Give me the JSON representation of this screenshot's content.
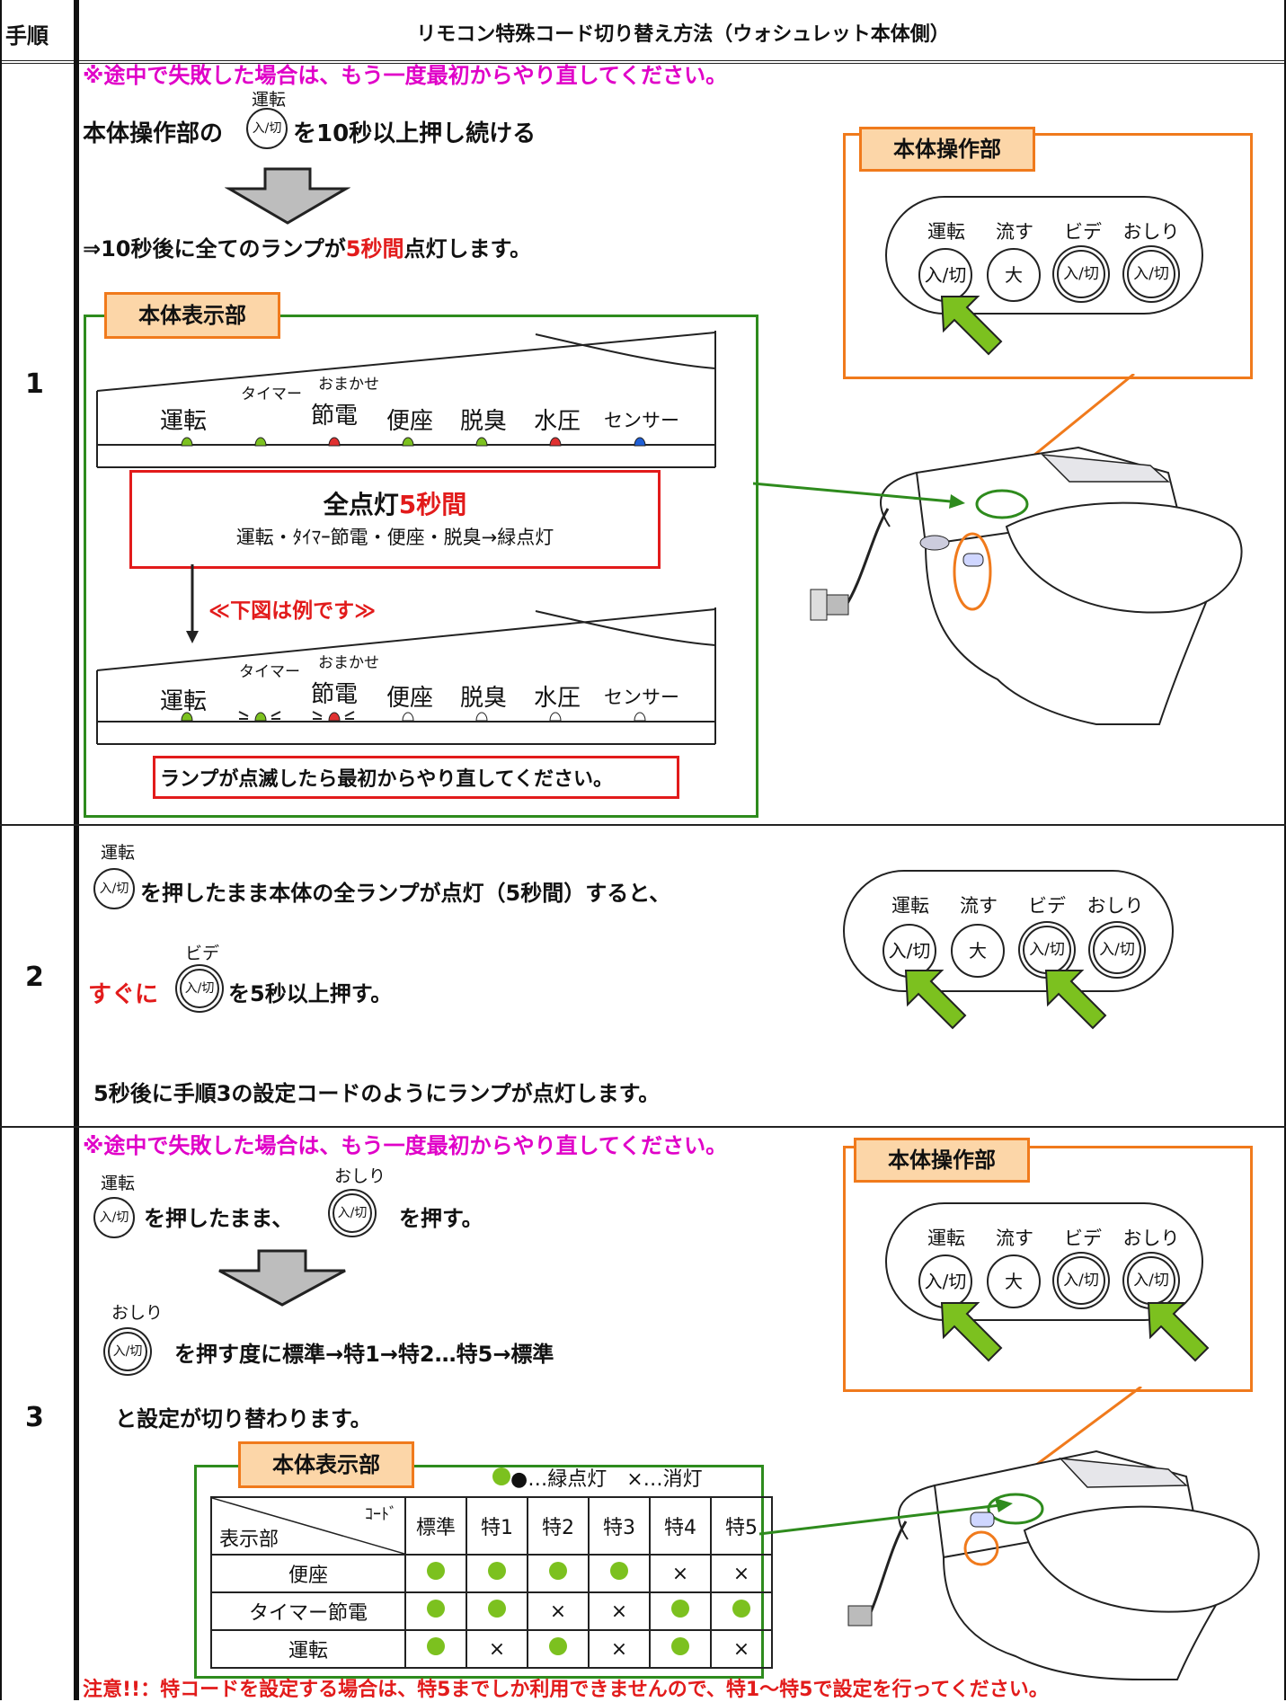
{
  "header": {
    "col1": "手順",
    "col2": "リモコン特殊コード切り替え方法（ウォシュレット本体側）"
  },
  "warning": "※途中で失敗した場合は、もう一度最初からやり直してください。",
  "btn": {
    "unten": "運転",
    "ireki": "入/切",
    "bide": "ビデ",
    "oshiri": "おしり",
    "nagasu": "流す",
    "dai": "大"
  },
  "step1": {
    "num": "1",
    "line1_a": "本体操作部の",
    "line1_b": "を10秒以上押し続ける",
    "result_a": "⇒10秒後に全てのランプが",
    "result_red": "5秒間",
    "result_b": "点灯します。",
    "panel_tab": "本体操作部",
    "display_tab": "本体表示部",
    "lamps": [
      "運転",
      "タイマー",
      "節電",
      "便座",
      "脱臭",
      "水圧",
      "センサー"
    ],
    "omakase": "おまかせ",
    "allon_a": "全点灯",
    "allon_red": "5秒間",
    "allon_sub": "運転・ﾀｲﾏｰ節電・便座・脱臭→緑点灯",
    "example": "≪下図は例です≫",
    "blink_note": "ランプが点滅したら最初からやり直してください。"
  },
  "step2": {
    "num": "2",
    "line1": "を押したまま本体の全ランプが点灯（5秒間）すると、",
    "line2_red": "すぐに",
    "line2": "を5秒以上押す。",
    "line3": "5秒後に手順3の設定コードのようにランプが点灯します。"
  },
  "step3": {
    "num": "3",
    "line1_a": "を押したまま、",
    "line1_b": "を押す。",
    "line2": "を押す度に標準→特1→特2…特5→標準",
    "line3": "と設定が切り替わります。",
    "panel_tab": "本体操作部",
    "display_tab": "本体表示部",
    "legend": "●…緑点灯　×…消灯",
    "table": {
      "corner_top": "ｺｰﾄﾞ",
      "corner_bottom": "表示部",
      "cols": [
        "標準",
        "特1",
        "特2",
        "特3",
        "特4",
        "特5"
      ],
      "rows": [
        {
          "label": "便座",
          "cells": [
            "●",
            "●",
            "●",
            "●",
            "×",
            "×"
          ]
        },
        {
          "label": "タイマー節電",
          "cells": [
            "●",
            "●",
            "×",
            "×",
            "●",
            "●"
          ]
        },
        {
          "label": "運転",
          "cells": [
            "●",
            "×",
            "●",
            "×",
            "●",
            "×"
          ]
        }
      ]
    },
    "note": "注意!!：特コードを設定する場合は、特5までしか利用できませんので、特1～特5で設定を行ってください。"
  },
  "colors": {
    "orange": "#f07a1c",
    "green": "#2e8b1d",
    "red": "#e21b1b",
    "magenta": "#e000c8",
    "lamp_green": "#7cc11f",
    "lamp_red": "#e03030",
    "lamp_blue": "#1f5fd6"
  }
}
